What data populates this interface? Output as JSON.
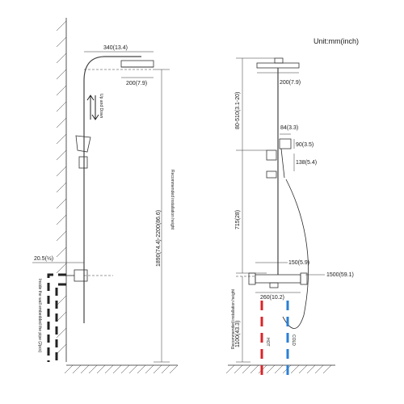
{
  "unit_label": "Unit:mm(inch)",
  "left": {
    "arm_length": "340(13.4)",
    "head_width": "200(7.9)",
    "direction": "Up and Down",
    "installation_height_range": "1890(74.4)-2200(86.6)",
    "recommended_label": "Recommended installation height",
    "wall_offset": "20.5(½)",
    "wall_pipe_note": "Inside the wall embedded the pipe (2pcs)"
  },
  "right": {
    "head_width": "200(7.9)",
    "head_drop": "80-510(3.1-20)",
    "handshower_width": "84(3.3)",
    "handshower_length": "90(3.5)",
    "holder_height": "138(5.4)",
    "slide_bar_length": "715(28)",
    "valve_offset": "150(5.9)",
    "hose_length": "1500(59.1)",
    "valve_width": "260(10.2)",
    "valve_height": "1100(43.3)",
    "recommended_label": "Recommended installation height",
    "hot_label": "HOT",
    "cold_label": "COLD",
    "hot_color": "#d9252a",
    "cold_color": "#2b7fd4"
  }
}
